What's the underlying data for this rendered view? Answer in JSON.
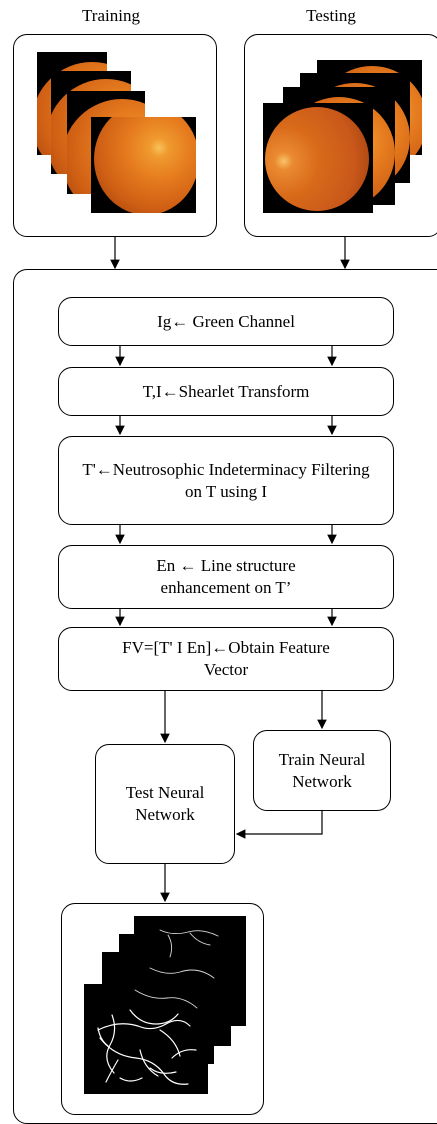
{
  "input": {
    "training_label": "Training",
    "testing_label": "Testing"
  },
  "pipeline": {
    "step_green": "Ig← Green Channel",
    "step_shearlet": "T,I←Shearlet Transform",
    "step_neutro": "T'←Neutrosophic Indeterminacy Filtering on T using I",
    "step_line": "En ← Line structure enhancement on T’",
    "step_feature": "FV=[T' I En]←Obtain Feature Vector",
    "train_nn": "Train Neural Network",
    "test_nn": "Test Neural Network"
  },
  "colors": {
    "line": "#000000",
    "fundus_orange": "#e57a1e",
    "vessel_white": "#ffffff"
  }
}
